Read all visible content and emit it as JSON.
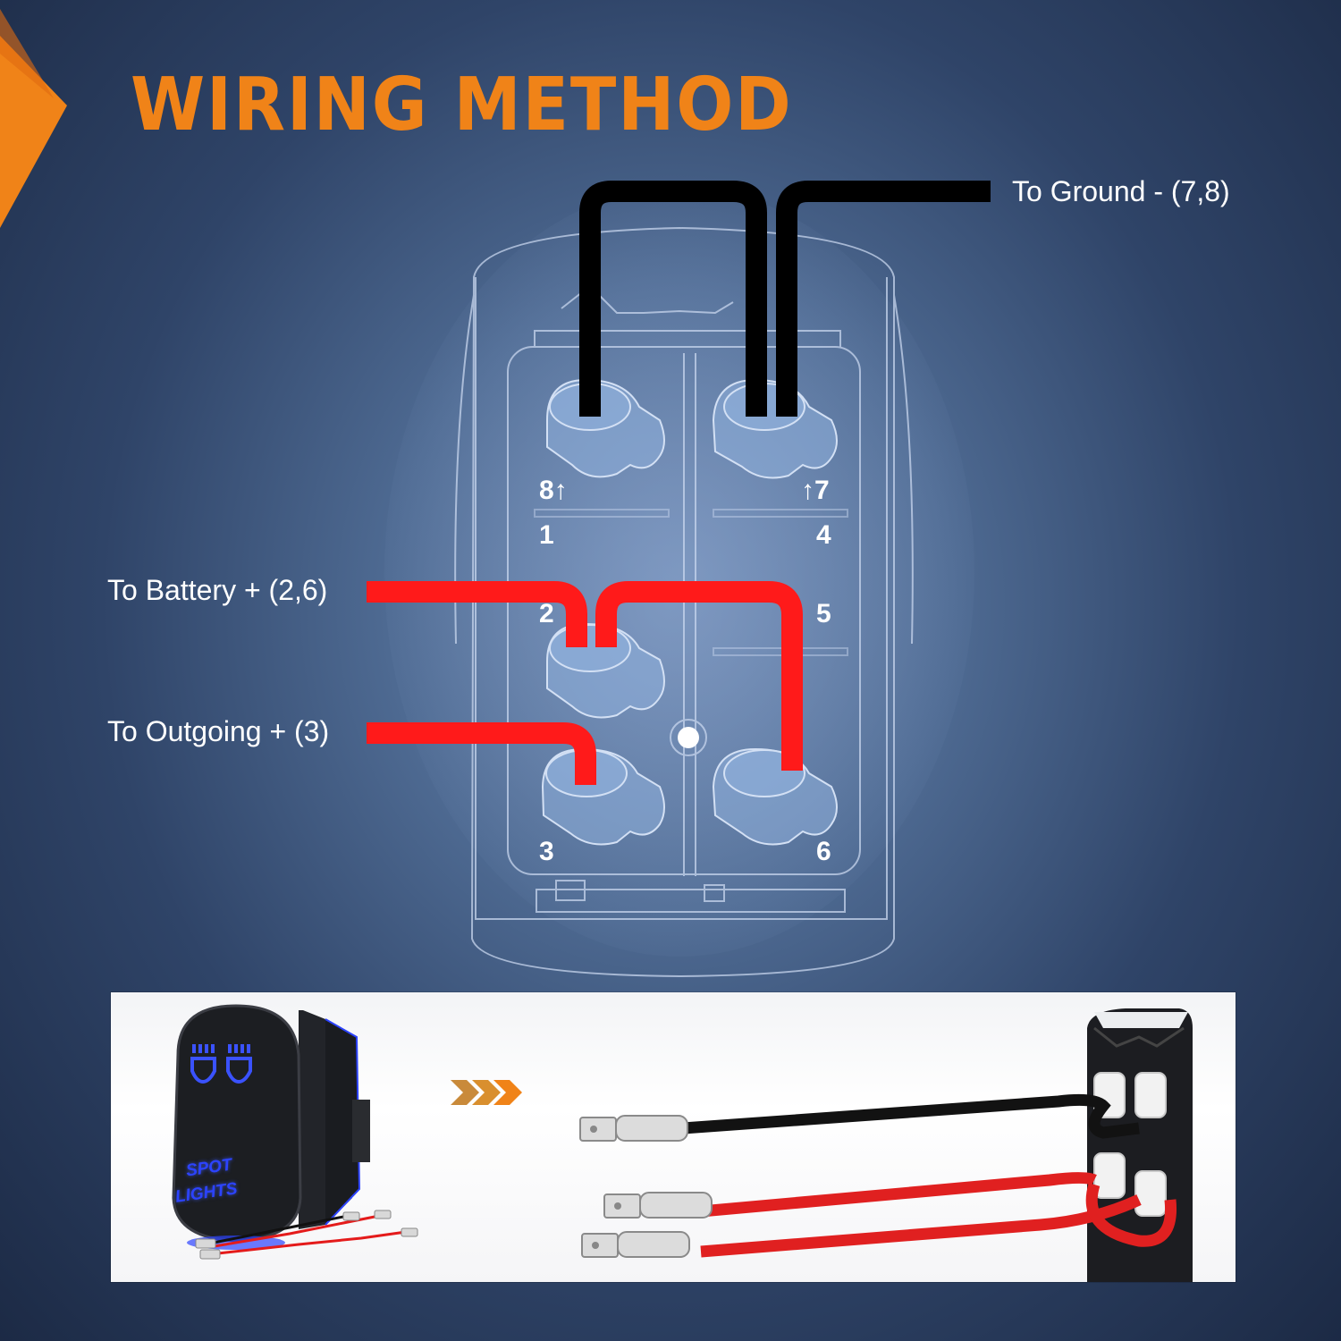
{
  "title": "WIRING   METHOD",
  "colors": {
    "title": "#f08318",
    "wire_ground": "#000000",
    "wire_power": "#ff1a1a",
    "switch_led": "#2c43ff"
  },
  "labels": {
    "ground": "To Ground - (7,8)",
    "battery": "To Battery + (2,6)",
    "outgoing": "To Outgoing + (3)"
  },
  "pins": {
    "p8": "8↑",
    "p7": "↑7",
    "p1": "1",
    "p4": "4",
    "p2": "2",
    "p5": "5",
    "p3": "3",
    "p6": "6"
  },
  "product": {
    "switch_text_line1": "SPOT",
    "switch_text_line2": "LIGHTS",
    "arrow_icon": "triple-chevron-right-icon"
  }
}
